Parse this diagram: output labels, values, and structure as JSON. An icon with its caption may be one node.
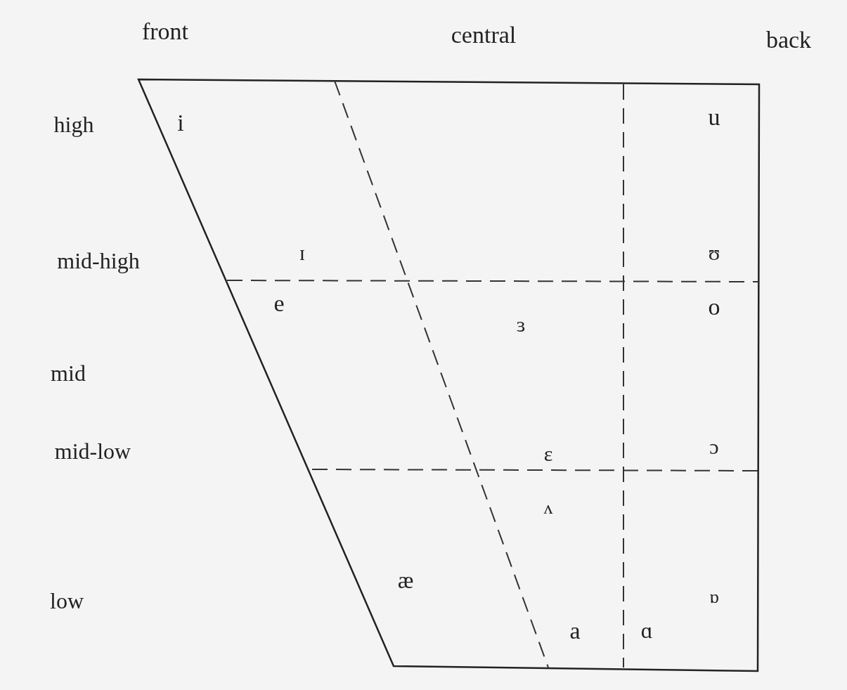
{
  "diagram": {
    "labels": [
      "front",
      "central",
      "back",
      "high",
      "i",
      "u",
      "mid-high",
      "ɪ",
      "ʊ",
      "e",
      "o",
      "ɜ",
      "mid",
      "ɔ",
      "mid-low",
      "ɛ",
      "ʌ",
      "æ",
      "low",
      "ɒ",
      "a",
      "ɑ"
    ]
  }
}
